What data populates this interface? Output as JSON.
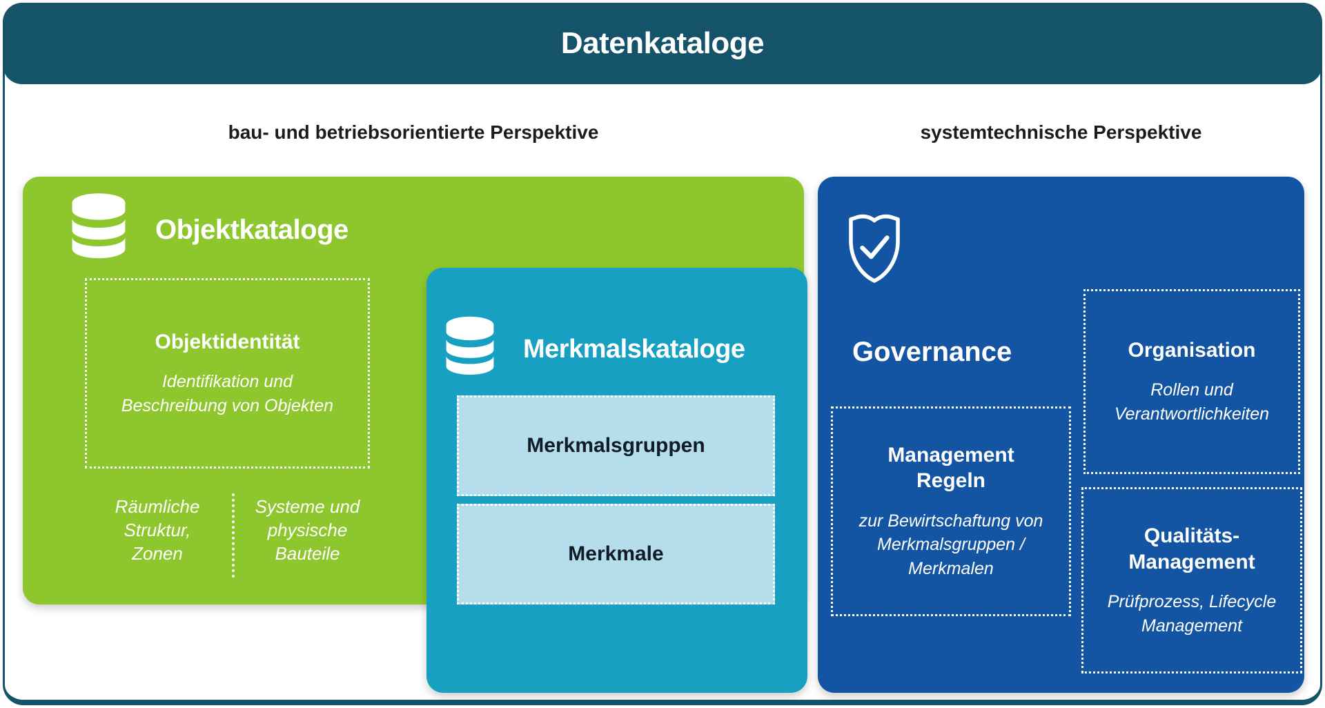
{
  "header": {
    "title": "Datenkataloge"
  },
  "perspectives": {
    "left": "bau- und betriebsorientierte Perspektive",
    "right": "systemtechnische Perspektive"
  },
  "colors": {
    "header_bar": "#14536a",
    "object_catalog_green": "#8ec72d",
    "feature_catalog_teal": "#18a0c2",
    "governance_blue": "#1455a3",
    "inner_light_blue": "#b5ddeb",
    "text_white": "#ffffff",
    "text_dark": "#1b1b1b"
  },
  "objektkataloge": {
    "title": "Objektkataloge",
    "icon": "database-icon",
    "objektidentitaet": {
      "title": "Objektidentität",
      "description": "Identifikation und\nBeschreibung von Objekten"
    },
    "raeumliche_struktur": "Räumliche\nStruktur,\nZonen",
    "systeme_bauteile": "Systeme und\nphysische\nBauteile"
  },
  "merkmalskataloge": {
    "title": "Merkmalskataloge",
    "icon": "database-icon",
    "boxes": [
      "Merkmalsgruppen",
      "Merkmale"
    ]
  },
  "governance": {
    "title": "Governance",
    "icon": "shield-check-icon",
    "organisation": {
      "title": "Organisation",
      "description": "Rollen und\nVerantwortlichkeiten"
    },
    "management": {
      "title": "Management\nRegeln",
      "description": "zur Bewirtschaftung von\nMerkmalsgruppen /\nMerkmalen"
    },
    "qualitaet": {
      "title": "Qualitäts-\nManagement",
      "description": "Prüfprozess, Lifecycle\nManagement"
    }
  }
}
